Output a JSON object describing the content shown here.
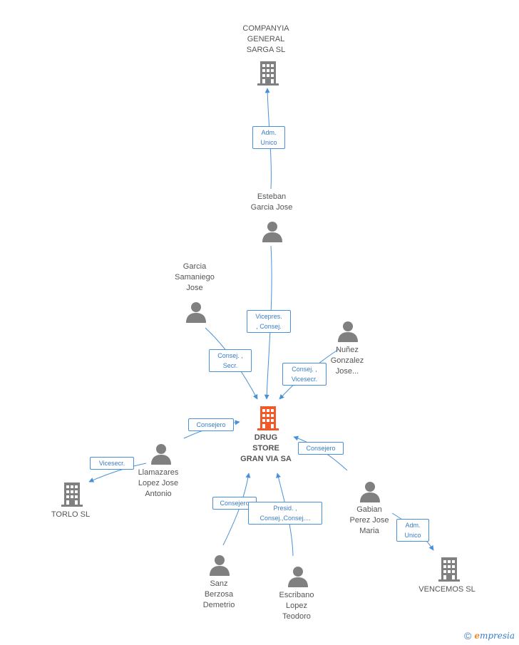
{
  "colors": {
    "edge": "#4a90d9",
    "node": "#808080",
    "main_node": "#f05a28"
  },
  "nodes": [
    {
      "id": "companyia",
      "label": "COMPANYIA\nGENERAL\nSARGA SL",
      "type": "company"
    },
    {
      "id": "esteban",
      "label": "Esteban\nGarcia Jose",
      "type": "person"
    },
    {
      "id": "garcia",
      "label": "Garcia\nSamaniego\nJose",
      "type": "person"
    },
    {
      "id": "nunez",
      "label": "Nuñez\nGonzalez\nJose...",
      "type": "person"
    },
    {
      "id": "drug",
      "label": "DRUG\nSTORE\nGRAN VIA SA",
      "type": "company-main"
    },
    {
      "id": "llamazares",
      "label": "Llamazares\nLopez Jose\nAntonio",
      "type": "person"
    },
    {
      "id": "torlo",
      "label": "TORLO SL",
      "type": "company"
    },
    {
      "id": "gabian",
      "label": "Gabian\nPerez Jose\nMaria",
      "type": "person"
    },
    {
      "id": "vencemos",
      "label": "VENCEMOS  SL",
      "type": "company"
    },
    {
      "id": "sanz",
      "label": "Sanz\nBerzosa\nDemetrio",
      "type": "person"
    },
    {
      "id": "escribano",
      "label": "Escribano\nLopez\nTeodoro",
      "type": "person"
    }
  ],
  "edges": [
    {
      "id": "e1",
      "label": "Adm.\nUnico"
    },
    {
      "id": "e2",
      "label": "Vicepres.\n, Consej."
    },
    {
      "id": "e3",
      "label": "Consej. ,\nSecr."
    },
    {
      "id": "e4",
      "label": "Consej. ,\nVicesecr."
    },
    {
      "id": "e5",
      "label": "Consejero"
    },
    {
      "id": "e6",
      "label": "Vicesecr."
    },
    {
      "id": "e7",
      "label": "Consejero"
    },
    {
      "id": "e8",
      "label": "Adm.\nUnico"
    },
    {
      "id": "e9",
      "label": "Consejero"
    },
    {
      "id": "e10",
      "label": "Presid. ,\nConsej.,Consej...."
    }
  ],
  "footer": {
    "copyright": "©",
    "brand_e": "e",
    "brand_rest": "mpresia"
  }
}
